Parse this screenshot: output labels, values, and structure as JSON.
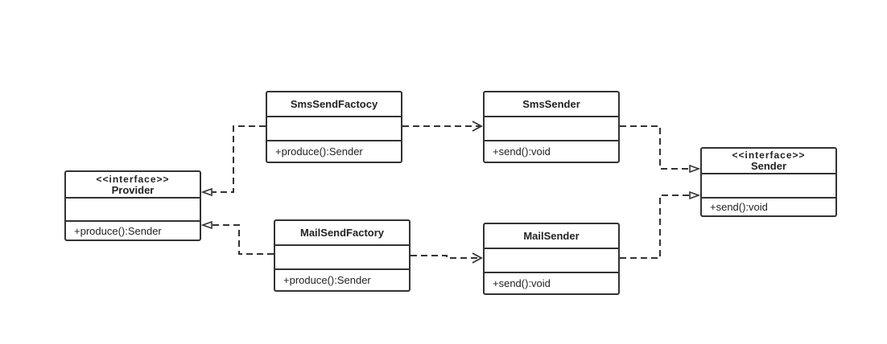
{
  "provider": {
    "stereotype": "<<interface>>",
    "name": "Provider",
    "operation": "+produce():Sender"
  },
  "sms_factory": {
    "name": "SmsSendFactocy",
    "operation": "+produce():Sender"
  },
  "mail_factory": {
    "name": "MailSendFactory",
    "operation": "+produce():Sender"
  },
  "sms_sender": {
    "name": "SmsSender",
    "operation": "+send():void"
  },
  "mail_sender": {
    "name": "MailSender",
    "operation": "+send():void"
  },
  "sender": {
    "stereotype": "<<interface>>",
    "name": "Sender",
    "operation": "+send():void"
  },
  "colors": {
    "stroke": "#333333",
    "background": "#ffffff"
  }
}
